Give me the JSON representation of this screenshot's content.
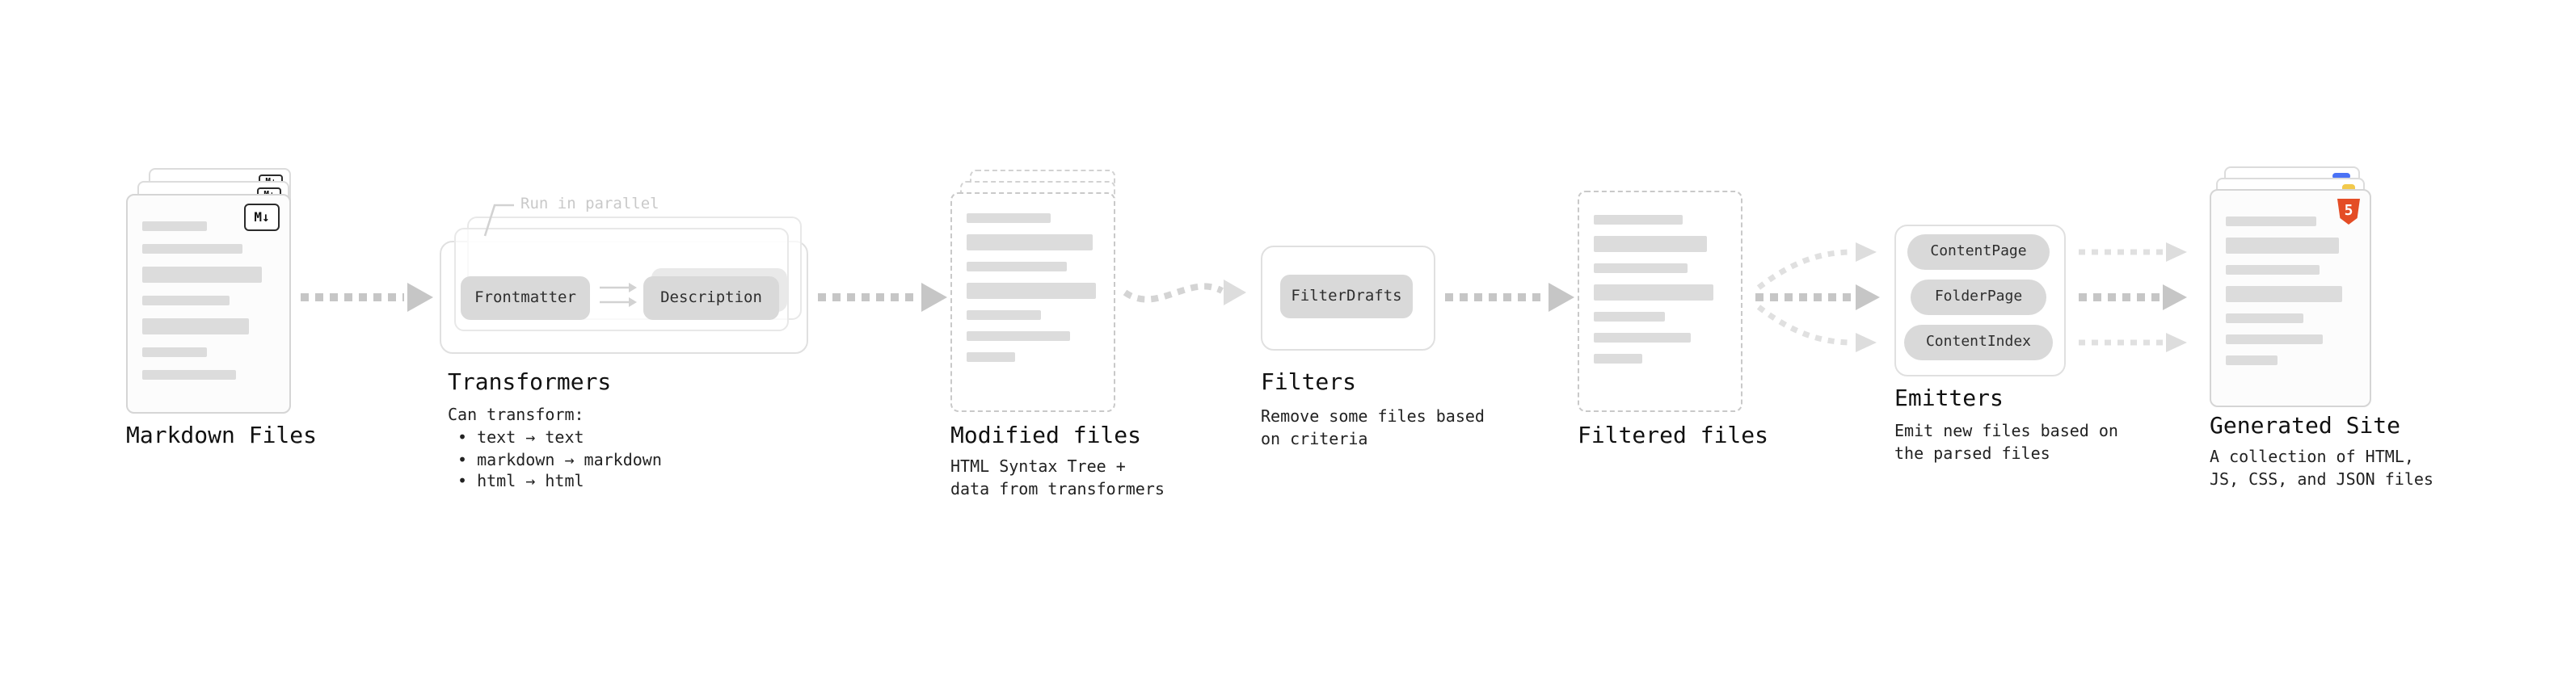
{
  "diagram": {
    "markdown_files": {
      "title": "Markdown Files",
      "badge": "M↓"
    },
    "transformers": {
      "title": "Transformers",
      "parallel_note": "Run in parallel",
      "pills": [
        "Frontmatter",
        "Description"
      ],
      "caption": "Can transform:",
      "bullets": [
        "• text → text",
        "• markdown → markdown",
        "• html → html"
      ]
    },
    "modified_files": {
      "title": "Modified files",
      "subtitle": "HTML Syntax Tree +\ndata from transformers"
    },
    "filters": {
      "title": "Filters",
      "pills": [
        "FilterDrafts"
      ],
      "subtitle": "Remove some files based\non criteria"
    },
    "filtered_files": {
      "title": "Filtered files"
    },
    "emitters": {
      "title": "Emitters",
      "pills": [
        "ContentPage",
        "FolderPage",
        "ContentIndex"
      ],
      "subtitle": "Emit new files based on\nthe parsed files"
    },
    "generated_site": {
      "title": "Generated Site",
      "badge": "5",
      "subtitle": "A collection of HTML,\nJS, CSS, and JSON files"
    },
    "colors": {
      "html5_badge": "#e44d26",
      "js_chip": "#f2c94c",
      "css_chip": "#4a72f5",
      "pill_bg": "#d9d9d9",
      "arrow": "#c6c6c6",
      "arrow_light": "#e0e0e0",
      "note_text": "#c9c9c9"
    }
  }
}
